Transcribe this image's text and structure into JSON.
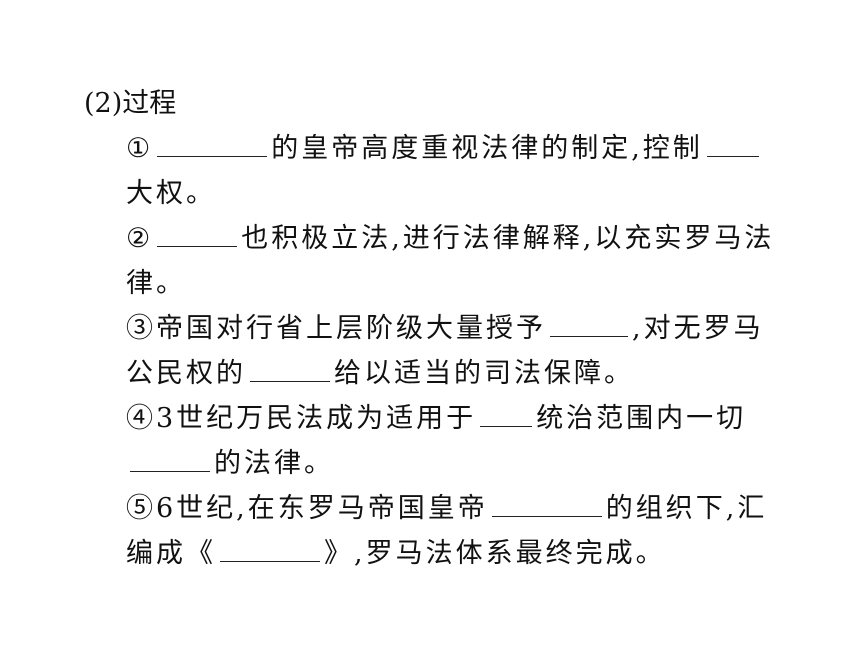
{
  "heading": "(2)过程",
  "items": [
    {
      "num": "①",
      "parts": [
        {
          "text": ""
        },
        {
          "blank": true,
          "w": 110
        },
        {
          "text": "的皇帝高度重视法律的制定,控制"
        },
        {
          "blank": true,
          "w": 52
        },
        {
          "text": "大权。"
        }
      ]
    },
    {
      "num": "②",
      "parts": [
        {
          "text": ""
        },
        {
          "blank": true,
          "w": 80
        },
        {
          "text": "也积极立法,进行法律解释,以充实罗马法律。"
        }
      ]
    },
    {
      "num": "③",
      "parts": [
        {
          "text": "帝国对行省上层阶级大量授予"
        },
        {
          "blank": true,
          "w": 78
        },
        {
          "text": ",对无罗马公民权的"
        },
        {
          "blank": true,
          "w": 80
        },
        {
          "text": "给以适当的司法保障。"
        }
      ]
    },
    {
      "num": "④",
      "parts": [
        {
          "text": "3世纪万民法成为适用于"
        },
        {
          "blank": true,
          "w": 52
        },
        {
          "text": "统治范围内一切"
        },
        {
          "blank": true,
          "w": 80
        },
        {
          "text": "的法律。"
        }
      ]
    },
    {
      "num": "⑤",
      "parts": [
        {
          "text": "6世纪,在东罗马帝国皇帝"
        },
        {
          "blank": true,
          "w": 110
        },
        {
          "text": "的组织下,汇编成《"
        },
        {
          "blank": true,
          "w": 100
        },
        {
          "text": "》,罗马法体系最终完成。"
        }
      ]
    }
  ]
}
